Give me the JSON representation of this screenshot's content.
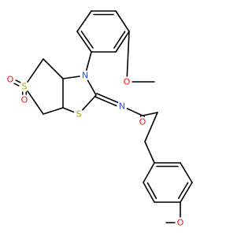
{
  "molecule": {
    "colors": {
      "bond": "#000000",
      "background": "#ffffff",
      "C": "#000000",
      "N": "#3050F8",
      "O": "#FF0D0D",
      "S": "#B8A000"
    },
    "atom_labels": [
      {
        "id": "S1",
        "element": "S",
        "text": "S"
      },
      {
        "id": "O1",
        "element": "O",
        "text": "O"
      },
      {
        "id": "O2",
        "element": "O",
        "text": "O"
      },
      {
        "id": "N3",
        "element": "N",
        "text": "N"
      },
      {
        "id": "S4",
        "element": "S",
        "text": "S"
      },
      {
        "id": "N5",
        "element": "N",
        "text": "N"
      },
      {
        "id": "O6",
        "element": "O",
        "text": "O"
      },
      {
        "id": "O7",
        "element": "O",
        "text": "O"
      },
      {
        "id": "O8",
        "element": "O",
        "text": "O"
      }
    ]
  }
}
